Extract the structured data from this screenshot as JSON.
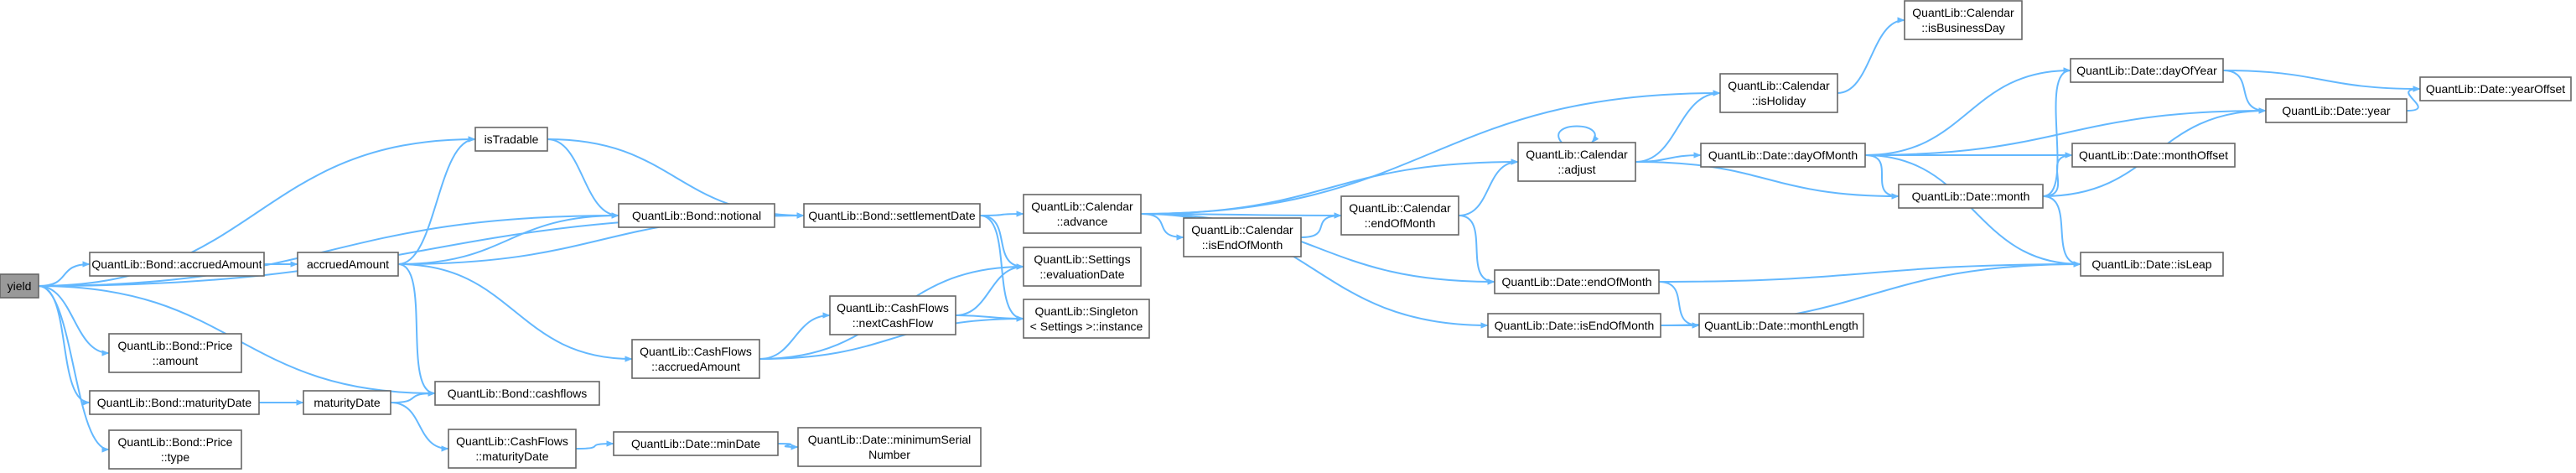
{
  "graph": {
    "nodes": {
      "yield": {
        "lines": [
          "yield"
        ]
      },
      "istradable": {
        "lines": [
          "isTradable"
        ]
      },
      "bond-accruedamount": {
        "lines": [
          "QuantLib::Bond::accruedAmount"
        ]
      },
      "accruedamount": {
        "lines": [
          "accruedAmount"
        ]
      },
      "bond-price-amount": {
        "lines": [
          "QuantLib::Bond::Price",
          "::amount"
        ]
      },
      "bond-maturitydate": {
        "lines": [
          "QuantLib::Bond::maturityDate"
        ]
      },
      "maturitydate": {
        "lines": [
          "maturityDate"
        ]
      },
      "bond-price-type": {
        "lines": [
          "QuantLib::Bond::Price",
          "::type"
        ]
      },
      "bond-notional": {
        "lines": [
          "QuantLib::Bond::notional"
        ]
      },
      "bond-cashflows": {
        "lines": [
          "QuantLib::Bond::cashflows"
        ]
      },
      "cashflows-accruedamount": {
        "lines": [
          "QuantLib::CashFlows",
          "::accruedAmount"
        ]
      },
      "cashflows-maturitydate": {
        "lines": [
          "QuantLib::CashFlows",
          "::maturityDate"
        ]
      },
      "bond-settlementdate": {
        "lines": [
          "QuantLib::Bond::settlementDate"
        ]
      },
      "cashflows-nextcashflow": {
        "lines": [
          "QuantLib::CashFlows",
          "::nextCashFlow"
        ]
      },
      "date-mindate": {
        "lines": [
          "QuantLib::Date::minDate"
        ]
      },
      "date-minimumserialnumber": {
        "lines": [
          "QuantLib::Date::minimumSerial",
          "Number"
        ]
      },
      "calendar-advance": {
        "lines": [
          "QuantLib::Calendar",
          "::advance"
        ]
      },
      "settings-evaluationdate": {
        "lines": [
          "QuantLib::Settings",
          "::evaluationDate"
        ]
      },
      "singleton-instance": {
        "lines": [
          "QuantLib::Singleton",
          "< Settings >::instance"
        ]
      },
      "calendar-isendofmonth": {
        "lines": [
          "QuantLib::Calendar",
          "::isEndOfMonth"
        ]
      },
      "calendar-endofmonth": {
        "lines": [
          "QuantLib::Calendar",
          "::endOfMonth"
        ]
      },
      "calendar-adjust": {
        "lines": [
          "QuantLib::Calendar",
          "::adjust"
        ]
      },
      "date-endofmonth": {
        "lines": [
          "QuantLib::Date::endOfMonth"
        ]
      },
      "date-isendofmonth": {
        "lines": [
          "QuantLib::Date::isEndOfMonth"
        ]
      },
      "calendar-isholiday": {
        "lines": [
          "QuantLib::Calendar",
          "::isHoliday"
        ]
      },
      "calendar-isbusinessday": {
        "lines": [
          "QuantLib::Calendar",
          "::isBusinessDay"
        ]
      },
      "date-dayofmonth": {
        "lines": [
          "QuantLib::Date::dayOfMonth"
        ]
      },
      "date-monthlength": {
        "lines": [
          "QuantLib::Date::monthLength"
        ]
      },
      "date-dayofyear": {
        "lines": [
          "QuantLib::Date::dayOfYear"
        ]
      },
      "date-month": {
        "lines": [
          "QuantLib::Date::month"
        ]
      },
      "date-year": {
        "lines": [
          "QuantLib::Date::year"
        ]
      },
      "date-monthoffset": {
        "lines": [
          "QuantLib::Date::monthOffset"
        ]
      },
      "date-isleap": {
        "lines": [
          "QuantLib::Date::isLeap"
        ]
      },
      "date-yearoffset": {
        "lines": [
          "QuantLib::Date::yearOffset"
        ]
      }
    },
    "edges": [
      [
        "yield",
        "istradable"
      ],
      [
        "yield",
        "bond-accruedamount"
      ],
      [
        "yield",
        "bond-price-amount"
      ],
      [
        "yield",
        "bond-maturitydate"
      ],
      [
        "yield",
        "bond-price-type"
      ],
      [
        "yield",
        "bond-notional"
      ],
      [
        "yield",
        "bond-settlementdate"
      ],
      [
        "yield",
        "bond-cashflows"
      ],
      [
        "bond-accruedamount",
        "accruedamount"
      ],
      [
        "bond-maturitydate",
        "maturitydate"
      ],
      [
        "accruedamount",
        "istradable"
      ],
      [
        "accruedamount",
        "bond-notional"
      ],
      [
        "accruedamount",
        "bond-settlementdate"
      ],
      [
        "accruedamount",
        "bond-cashflows"
      ],
      [
        "accruedamount",
        "cashflows-accruedamount"
      ],
      [
        "istradable",
        "bond-notional"
      ],
      [
        "istradable",
        "bond-settlementdate"
      ],
      [
        "maturitydate",
        "bond-cashflows"
      ],
      [
        "maturitydate",
        "cashflows-maturitydate"
      ],
      [
        "bond-notional",
        "bond-settlementdate"
      ],
      [
        "cashflows-accruedamount",
        "settings-evaluationdate"
      ],
      [
        "cashflows-accruedamount",
        "cashflows-nextcashflow"
      ],
      [
        "cashflows-accruedamount",
        "singleton-instance"
      ],
      [
        "cashflows-nextcashflow",
        "settings-evaluationdate"
      ],
      [
        "cashflows-nextcashflow",
        "singleton-instance"
      ],
      [
        "cashflows-maturitydate",
        "date-mindate"
      ],
      [
        "date-mindate",
        "date-minimumserialnumber"
      ],
      [
        "bond-settlementdate",
        "calendar-advance"
      ],
      [
        "bond-settlementdate",
        "settings-evaluationdate"
      ],
      [
        "bond-settlementdate",
        "singleton-instance"
      ],
      [
        "calendar-advance",
        "calendar-isendofmonth"
      ],
      [
        "calendar-advance",
        "calendar-endofmonth"
      ],
      [
        "calendar-advance",
        "calendar-adjust"
      ],
      [
        "calendar-advance",
        "calendar-isholiday"
      ],
      [
        "calendar-advance",
        "date-endofmonth"
      ],
      [
        "calendar-advance",
        "date-isendofmonth"
      ],
      [
        "calendar-isendofmonth",
        "calendar-endofmonth"
      ],
      [
        "calendar-endofmonth",
        "calendar-adjust"
      ],
      [
        "calendar-endofmonth",
        "date-endofmonth"
      ],
      [
        "calendar-adjust",
        "calendar-adjust"
      ],
      [
        "calendar-adjust",
        "calendar-isholiday"
      ],
      [
        "calendar-adjust",
        "date-dayofmonth"
      ],
      [
        "calendar-adjust",
        "date-month"
      ],
      [
        "calendar-isholiday",
        "calendar-isbusinessday"
      ],
      [
        "date-dayofmonth",
        "date-dayofyear"
      ],
      [
        "date-dayofmonth",
        "date-year"
      ],
      [
        "date-dayofmonth",
        "date-monthoffset"
      ],
      [
        "date-dayofmonth",
        "date-month"
      ],
      [
        "date-dayofmonth",
        "date-isleap"
      ],
      [
        "date-month",
        "date-dayofyear"
      ],
      [
        "date-month",
        "date-year"
      ],
      [
        "date-month",
        "date-monthoffset"
      ],
      [
        "date-month",
        "date-isleap"
      ],
      [
        "date-dayofyear",
        "date-year"
      ],
      [
        "date-dayofyear",
        "date-yearoffset"
      ],
      [
        "date-year",
        "date-yearoffset"
      ],
      [
        "date-endofmonth",
        "date-monthlength"
      ],
      [
        "date-endofmonth",
        "date-isleap"
      ],
      [
        "date-isendofmonth",
        "date-monthlength"
      ],
      [
        "date-isendofmonth",
        "date-isleap"
      ]
    ]
  }
}
